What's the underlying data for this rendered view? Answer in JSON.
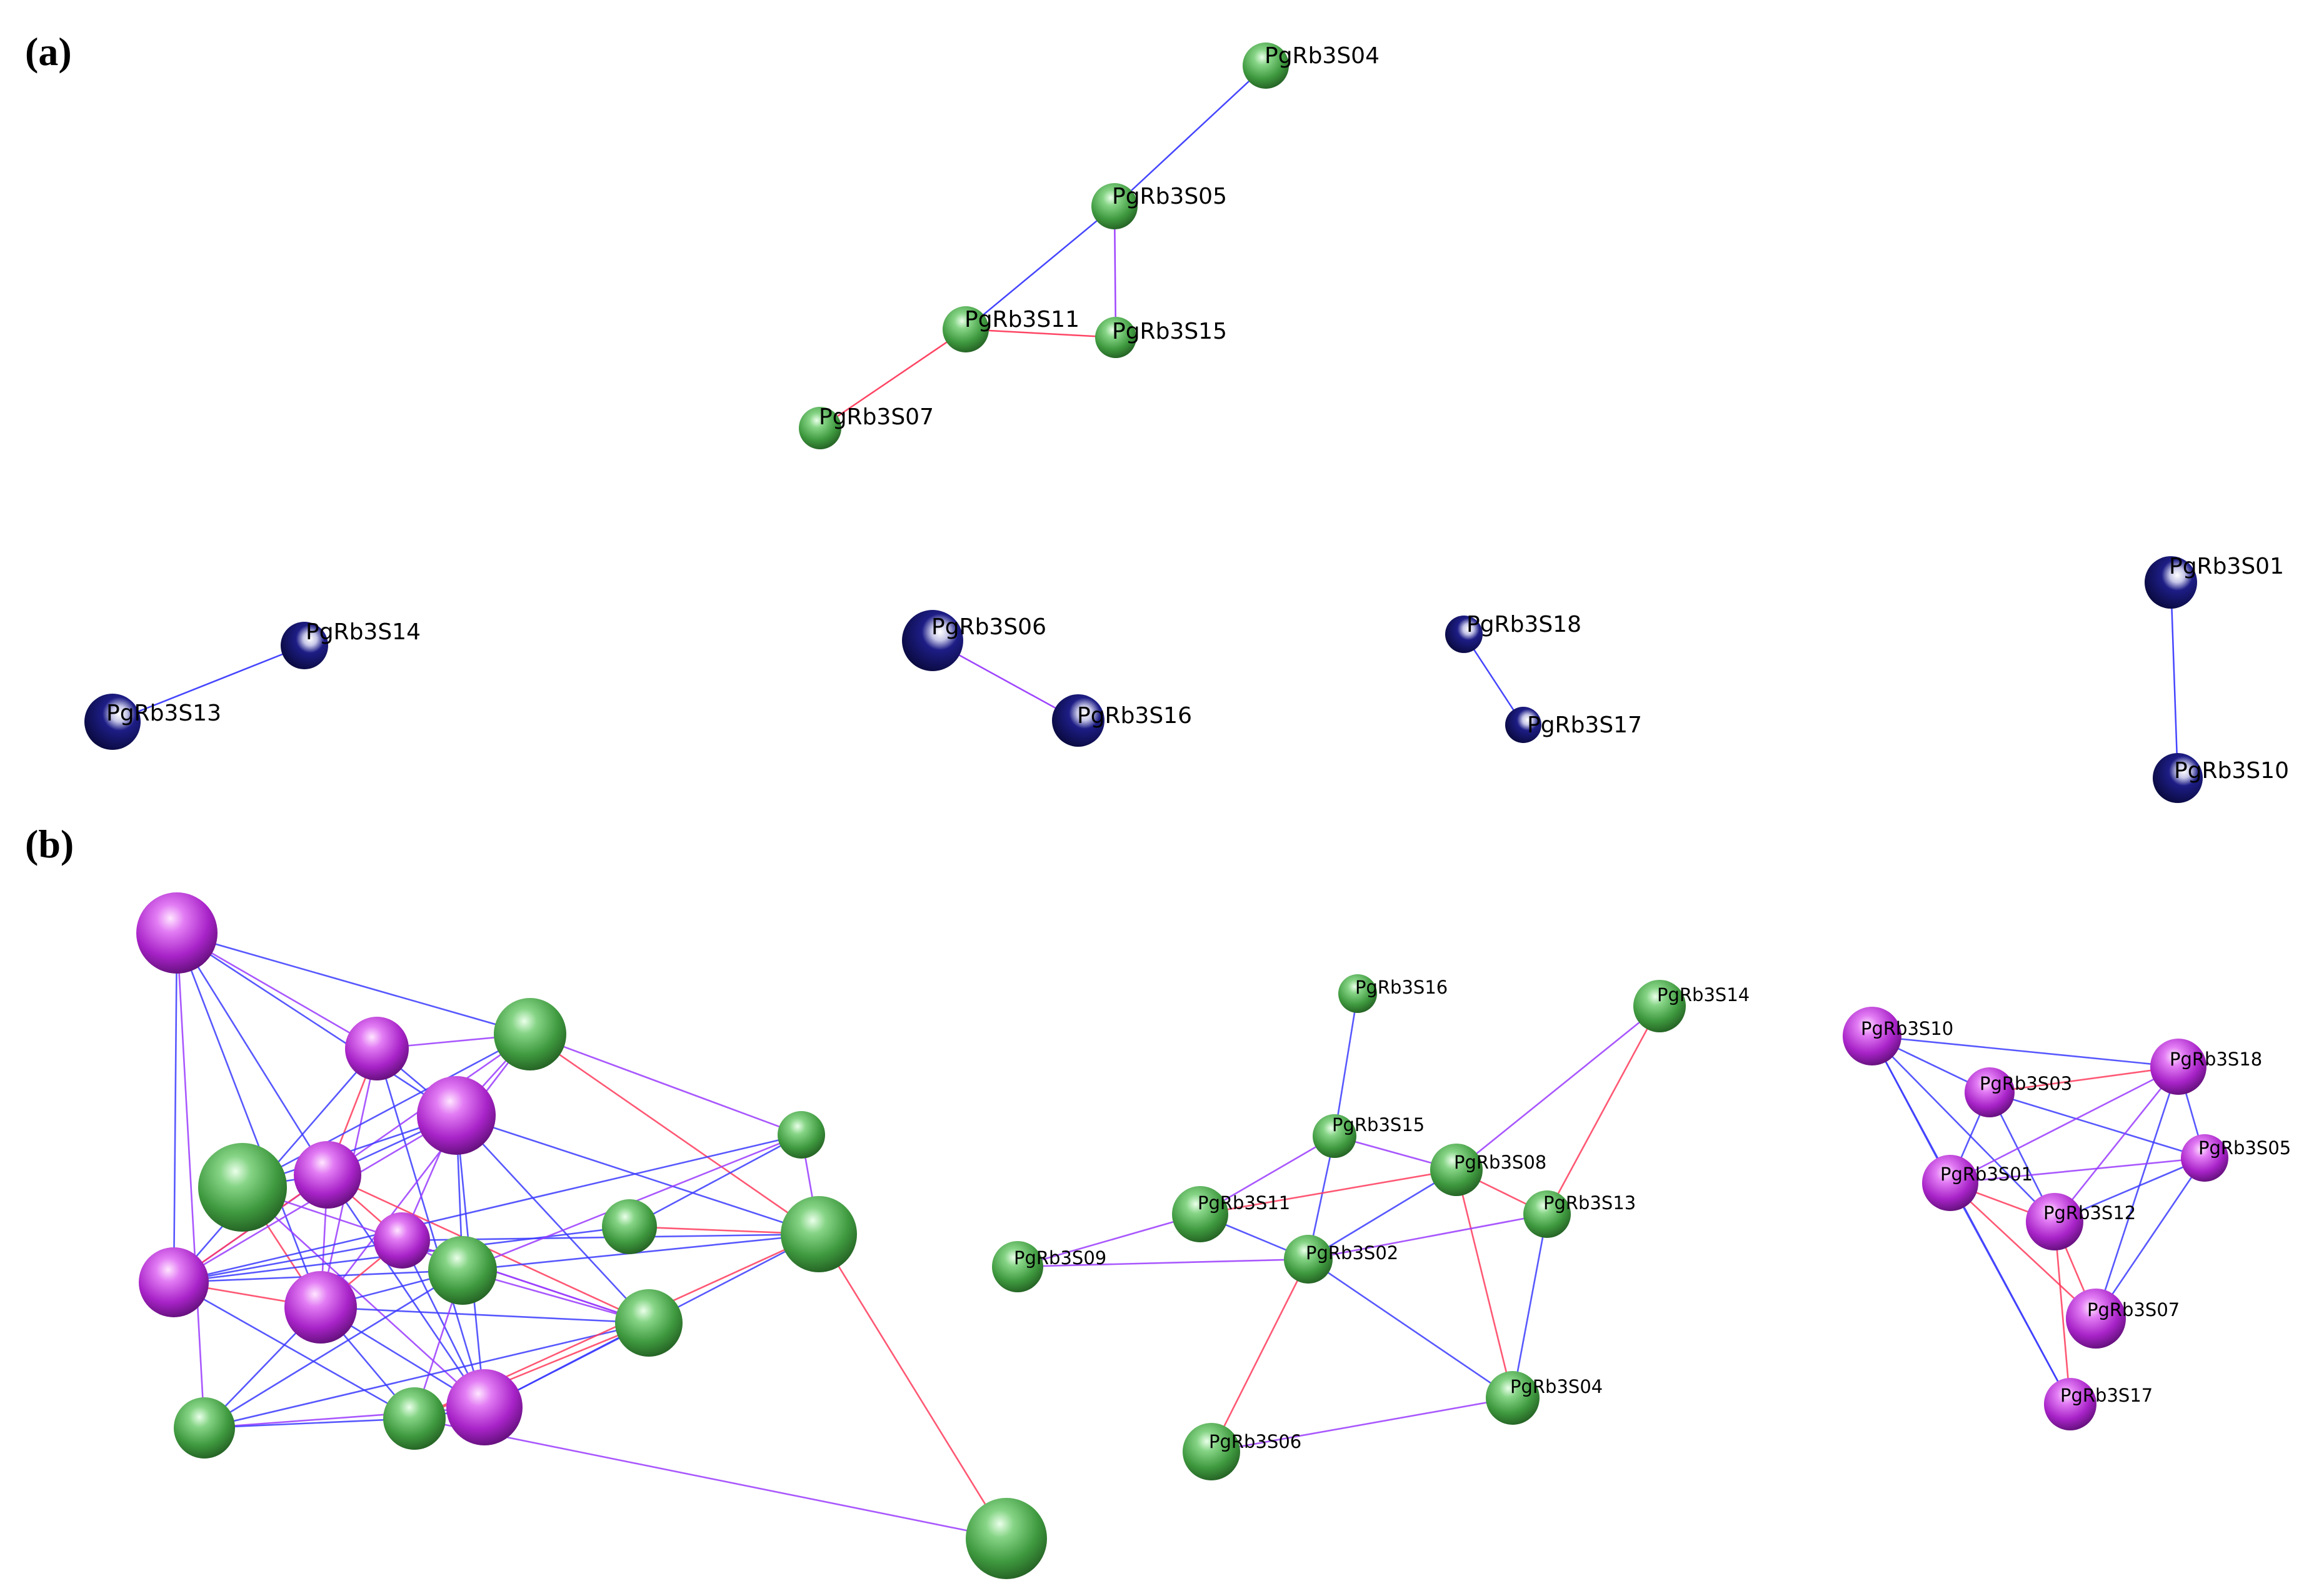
{
  "figure": {
    "panels": [
      {
        "id": "a",
        "label": "(a)"
      },
      {
        "id": "b",
        "label": "(b)"
      }
    ],
    "colors": {
      "green_node": "#4fa74f",
      "navy_node": "#1a1a7a",
      "purple_node": "#b530d8",
      "edge_blue": "#3b3bff",
      "edge_red": "#ff3b5c",
      "edge_purple": "#9a3bff"
    },
    "networks": [
      {
        "id": "a-top",
        "panel": "a",
        "nodes": [
          {
            "id": "a04",
            "label": "PgRb3S04",
            "color": "green"
          },
          {
            "id": "a05",
            "label": "PgRb3S05",
            "color": "green"
          },
          {
            "id": "a11",
            "label": "PgRb3S11",
            "color": "green"
          },
          {
            "id": "a15",
            "label": "PgRb3S15",
            "color": "green"
          },
          {
            "id": "a07",
            "label": "PgRb3S07",
            "color": "green"
          }
        ],
        "edges": [
          {
            "from": "a04",
            "to": "a05",
            "color": "blue"
          },
          {
            "from": "a05",
            "to": "a11",
            "color": "blue"
          },
          {
            "from": "a05",
            "to": "a15",
            "color": "purple"
          },
          {
            "from": "a11",
            "to": "a15",
            "color": "red"
          },
          {
            "from": "a11",
            "to": "a07",
            "color": "red"
          }
        ]
      },
      {
        "id": "a-pairs",
        "panel": "a",
        "nodes": [
          {
            "id": "a14",
            "label": "PgRb3S14",
            "color": "navy"
          },
          {
            "id": "a13",
            "label": "PgRb3S13",
            "color": "navy"
          },
          {
            "id": "a06",
            "label": "PgRb3S06",
            "color": "navy"
          },
          {
            "id": "a16",
            "label": "PgRb3S16",
            "color": "navy"
          },
          {
            "id": "a18",
            "label": "PgRb3S18",
            "color": "navy"
          },
          {
            "id": "a17",
            "label": "PgRb3S17",
            "color": "navy"
          },
          {
            "id": "a01",
            "label": "PgRb3S01",
            "color": "navy"
          },
          {
            "id": "a10",
            "label": "PgRb3S10",
            "color": "navy"
          }
        ],
        "edges": [
          {
            "from": "a14",
            "to": "a13",
            "color": "blue"
          },
          {
            "from": "a06",
            "to": "a16",
            "color": "purple"
          },
          {
            "from": "a18",
            "to": "a17",
            "color": "blue"
          },
          {
            "from": "a01",
            "to": "a10",
            "color": "blue"
          }
        ]
      },
      {
        "id": "b-left",
        "panel": "b",
        "nodes": [
          {
            "id": "L1",
            "label": "",
            "color": "purple"
          },
          {
            "id": "L2",
            "label": "",
            "color": "purple"
          },
          {
            "id": "L3",
            "label": "",
            "color": "green"
          },
          {
            "id": "L4",
            "label": "",
            "color": "green"
          },
          {
            "id": "L5",
            "label": "",
            "color": "purple"
          },
          {
            "id": "L6",
            "label": "",
            "color": "purple"
          },
          {
            "id": "L7",
            "label": "",
            "color": "purple"
          },
          {
            "id": "L8",
            "label": "",
            "color": "purple"
          },
          {
            "id": "L9",
            "label": "",
            "color": "purple"
          },
          {
            "id": "L10",
            "label": "",
            "color": "green"
          },
          {
            "id": "L11",
            "label": "",
            "color": "green"
          },
          {
            "id": "L12",
            "label": "",
            "color": "green"
          },
          {
            "id": "L13",
            "label": "",
            "color": "green"
          },
          {
            "id": "L14",
            "label": "",
            "color": "green"
          },
          {
            "id": "L15",
            "label": "",
            "color": "green"
          },
          {
            "id": "L16",
            "label": "",
            "color": "green"
          },
          {
            "id": "L17",
            "label": "",
            "color": "purple"
          },
          {
            "id": "L18",
            "label": "",
            "color": "green"
          }
        ],
        "edges": [
          {
            "from": "L1",
            "to": "L3",
            "color": "blue"
          },
          {
            "from": "L1",
            "to": "L2",
            "color": "purple"
          },
          {
            "from": "L1",
            "to": "L6",
            "color": "blue"
          },
          {
            "from": "L1",
            "to": "L5",
            "color": "blue"
          },
          {
            "from": "L1",
            "to": "L7",
            "color": "blue"
          },
          {
            "from": "L1",
            "to": "L11",
            "color": "purple"
          },
          {
            "from": "L1",
            "to": "L9",
            "color": "blue"
          },
          {
            "from": "L2",
            "to": "L3",
            "color": "purple"
          },
          {
            "from": "L2",
            "to": "L5",
            "color": "red"
          },
          {
            "from": "L2",
            "to": "L6",
            "color": "blue"
          },
          {
            "from": "L2",
            "to": "L7",
            "color": "blue"
          },
          {
            "from": "L2",
            "to": "L17",
            "color": "blue"
          },
          {
            "from": "L2",
            "to": "L9",
            "color": "purple"
          },
          {
            "from": "L3",
            "to": "L4",
            "color": "blue"
          },
          {
            "from": "L3",
            "to": "L6",
            "color": "purple"
          },
          {
            "from": "L3",
            "to": "L14",
            "color": "red"
          },
          {
            "from": "L3",
            "to": "L12",
            "color": "purple"
          },
          {
            "from": "L3",
            "to": "L9",
            "color": "purple"
          },
          {
            "from": "L3",
            "to": "L7",
            "color": "purple"
          },
          {
            "from": "L4",
            "to": "L5",
            "color": "blue"
          },
          {
            "from": "L4",
            "to": "L6",
            "color": "blue"
          },
          {
            "from": "L4",
            "to": "L9",
            "color": "red"
          },
          {
            "from": "L4",
            "to": "L17",
            "color": "purple"
          },
          {
            "from": "L5",
            "to": "L6",
            "color": "blue"
          },
          {
            "from": "L5",
            "to": "L8",
            "color": "red"
          },
          {
            "from": "L5",
            "to": "L7",
            "color": "red"
          },
          {
            "from": "L5",
            "to": "L9",
            "color": "purple"
          },
          {
            "from": "L5",
            "to": "L15",
            "color": "red"
          },
          {
            "from": "L5",
            "to": "L17",
            "color": "blue"
          },
          {
            "from": "L6",
            "to": "L14",
            "color": "blue"
          },
          {
            "from": "L6",
            "to": "L10",
            "color": "blue"
          },
          {
            "from": "L6",
            "to": "L8",
            "color": "purple"
          },
          {
            "from": "L6",
            "to": "L17",
            "color": "blue"
          },
          {
            "from": "L6",
            "to": "L15",
            "color": "blue"
          },
          {
            "from": "L6",
            "to": "L7",
            "color": "purple"
          },
          {
            "from": "L7",
            "to": "L12",
            "color": "blue"
          },
          {
            "from": "L7",
            "to": "L13",
            "color": "blue"
          },
          {
            "from": "L7",
            "to": "L9",
            "color": "red"
          },
          {
            "from": "L7",
            "to": "L8",
            "color": "blue"
          },
          {
            "from": "L7",
            "to": "L10",
            "color": "blue"
          },
          {
            "from": "L7",
            "to": "L16",
            "color": "blue"
          },
          {
            "from": "L8",
            "to": "L9",
            "color": "red"
          },
          {
            "from": "L8",
            "to": "L14",
            "color": "blue"
          },
          {
            "from": "L8",
            "to": "L10",
            "color": "purple"
          },
          {
            "from": "L8",
            "to": "L17",
            "color": "blue"
          },
          {
            "from": "L8",
            "to": "L15",
            "color": "purple"
          },
          {
            "from": "L9",
            "to": "L10",
            "color": "blue"
          },
          {
            "from": "L9",
            "to": "L11",
            "color": "blue"
          },
          {
            "from": "L9",
            "to": "L15",
            "color": "blue"
          },
          {
            "from": "L9",
            "to": "L17",
            "color": "blue"
          },
          {
            "from": "L9",
            "to": "L16",
            "color": "blue"
          },
          {
            "from": "L10",
            "to": "L14",
            "color": "blue"
          },
          {
            "from": "L10",
            "to": "L11",
            "color": "blue"
          },
          {
            "from": "L10",
            "to": "L15",
            "color": "purple"
          },
          {
            "from": "L10",
            "to": "L16",
            "color": "purple"
          },
          {
            "from": "L10",
            "to": "L12",
            "color": "purple"
          },
          {
            "from": "L11",
            "to": "L15",
            "color": "blue"
          },
          {
            "from": "L11",
            "to": "L17",
            "color": "purple"
          },
          {
            "from": "L11",
            "to": "L16",
            "color": "blue"
          },
          {
            "from": "L12",
            "to": "L13",
            "color": "blue"
          },
          {
            "from": "L12",
            "to": "L14",
            "color": "purple"
          },
          {
            "from": "L13",
            "to": "L14",
            "color": "red"
          },
          {
            "from": "L14",
            "to": "L18",
            "color": "red"
          },
          {
            "from": "L14",
            "to": "L17",
            "color": "blue"
          },
          {
            "from": "L15",
            "to": "L17",
            "color": "blue"
          },
          {
            "from": "L15",
            "to": "L16",
            "color": "red"
          },
          {
            "from": "L16",
            "to": "L17",
            "color": "blue"
          },
          {
            "from": "L16",
            "to": "L18",
            "color": "purple"
          },
          {
            "from": "L14",
            "to": "L16",
            "color": "red"
          },
          {
            "from": "L4",
            "to": "L15",
            "color": "purple"
          }
        ]
      },
      {
        "id": "b-mid",
        "panel": "b",
        "nodes": [
          {
            "id": "m16",
            "label": "PgRb3S16",
            "color": "green"
          },
          {
            "id": "m14",
            "label": "PgRb3S14",
            "color": "green"
          },
          {
            "id": "m15",
            "label": "PgRb3S15",
            "color": "green"
          },
          {
            "id": "m08",
            "label": "PgRb3S08",
            "color": "green"
          },
          {
            "id": "m11",
            "label": "PgRb3S11",
            "color": "green"
          },
          {
            "id": "m13",
            "label": "PgRb3S13",
            "color": "green"
          },
          {
            "id": "m02",
            "label": "PgRb3S02",
            "color": "green"
          },
          {
            "id": "m09",
            "label": "PgRb3S09",
            "color": "green"
          },
          {
            "id": "m04",
            "label": "PgRb3S04",
            "color": "green"
          },
          {
            "id": "m06",
            "label": "PgRb3S06",
            "color": "green"
          }
        ],
        "edges": [
          {
            "from": "m16",
            "to": "m15",
            "color": "blue"
          },
          {
            "from": "m14",
            "to": "m08",
            "color": "purple"
          },
          {
            "from": "m14",
            "to": "m13",
            "color": "red"
          },
          {
            "from": "m15",
            "to": "m11",
            "color": "purple"
          },
          {
            "from": "m15",
            "to": "m02",
            "color": "blue"
          },
          {
            "from": "m15",
            "to": "m08",
            "color": "purple"
          },
          {
            "from": "m11",
            "to": "m08",
            "color": "red"
          },
          {
            "from": "m11",
            "to": "m09",
            "color": "purple"
          },
          {
            "from": "m11",
            "to": "m02",
            "color": "blue"
          },
          {
            "from": "m08",
            "to": "m13",
            "color": "red"
          },
          {
            "from": "m08",
            "to": "m02",
            "color": "blue"
          },
          {
            "from": "m08",
            "to": "m04",
            "color": "red"
          },
          {
            "from": "m09",
            "to": "m02",
            "color": "purple"
          },
          {
            "from": "m02",
            "to": "m13",
            "color": "purple"
          },
          {
            "from": "m02",
            "to": "m04",
            "color": "blue"
          },
          {
            "from": "m02",
            "to": "m06",
            "color": "red"
          },
          {
            "from": "m13",
            "to": "m04",
            "color": "blue"
          },
          {
            "from": "m06",
            "to": "m04",
            "color": "purple"
          }
        ]
      },
      {
        "id": "b-right",
        "panel": "b",
        "nodes": [
          {
            "id": "r10",
            "label": "PgRb3S10",
            "color": "purple"
          },
          {
            "id": "r18",
            "label": "PgRb3S18",
            "color": "purple"
          },
          {
            "id": "r03",
            "label": "PgRb3S03",
            "color": "purple"
          },
          {
            "id": "r05",
            "label": "PgRb3S05",
            "color": "purple"
          },
          {
            "id": "r01",
            "label": "PgRb3S01",
            "color": "purple"
          },
          {
            "id": "r12",
            "label": "PgRb3S12",
            "color": "purple"
          },
          {
            "id": "r07",
            "label": "PgRb3S07",
            "color": "purple"
          },
          {
            "id": "r17",
            "label": "PgRb3S17",
            "color": "purple"
          }
        ],
        "edges": [
          {
            "from": "r10",
            "to": "r18",
            "color": "blue"
          },
          {
            "from": "r10",
            "to": "r03",
            "color": "blue"
          },
          {
            "from": "r10",
            "to": "r01",
            "color": "blue"
          },
          {
            "from": "r10",
            "to": "r12",
            "color": "blue"
          },
          {
            "from": "r10",
            "to": "r17",
            "color": "blue"
          },
          {
            "from": "r03",
            "to": "r18",
            "color": "red"
          },
          {
            "from": "r03",
            "to": "r05",
            "color": "blue"
          },
          {
            "from": "r03",
            "to": "r01",
            "color": "blue"
          },
          {
            "from": "r03",
            "to": "r12",
            "color": "blue"
          },
          {
            "from": "r18",
            "to": "r01",
            "color": "purple"
          },
          {
            "from": "r18",
            "to": "r12",
            "color": "purple"
          },
          {
            "from": "r18",
            "to": "r05",
            "color": "blue"
          },
          {
            "from": "r18",
            "to": "r07",
            "color": "blue"
          },
          {
            "from": "r05",
            "to": "r12",
            "color": "blue"
          },
          {
            "from": "r05",
            "to": "r01",
            "color": "purple"
          },
          {
            "from": "r05",
            "to": "r07",
            "color": "blue"
          },
          {
            "from": "r01",
            "to": "r12",
            "color": "red"
          },
          {
            "from": "r01",
            "to": "r07",
            "color": "red"
          },
          {
            "from": "r01",
            "to": "r17",
            "color": "blue"
          },
          {
            "from": "r12",
            "to": "r07",
            "color": "red"
          },
          {
            "from": "r12",
            "to": "r17",
            "color": "red"
          }
        ]
      }
    ]
  }
}
